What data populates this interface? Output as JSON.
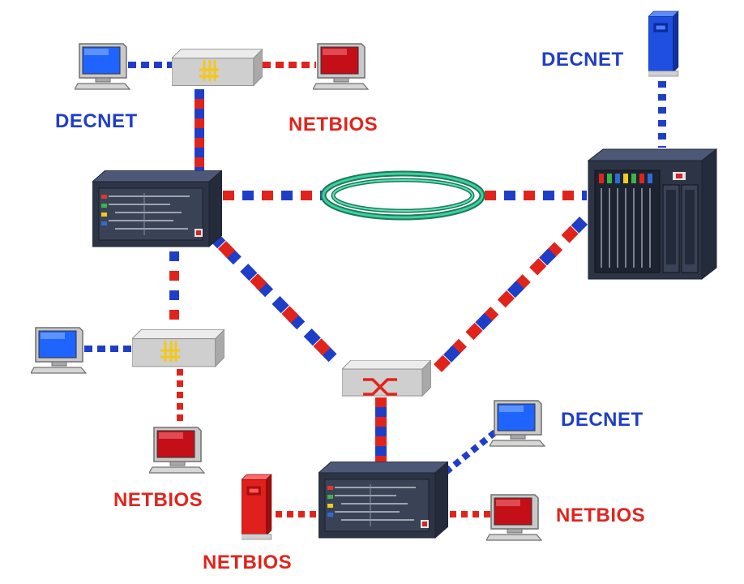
{
  "colors": {
    "decnet": "#1f3ec8",
    "netbios": "#e0241c",
    "ring": "#2fb58a",
    "chassis": "#2c3445",
    "hub": "#cfcfcf"
  },
  "labels": {
    "decnet_top_left": "DECNET",
    "netbios_top": "NETBIOS",
    "decnet_top_right": "DECNET",
    "netbios_mid_left": "NETBIOS",
    "decnet_bottom_right": "DECNET",
    "netbios_bottom_right": "NETBIOS",
    "netbios_bottom": "NETBIOS"
  },
  "icons": {
    "bridge": "bridge-icon",
    "router": "router-icon",
    "workstation": "workstation-icon",
    "server": "server-icon",
    "ring": "token-ring-icon"
  }
}
